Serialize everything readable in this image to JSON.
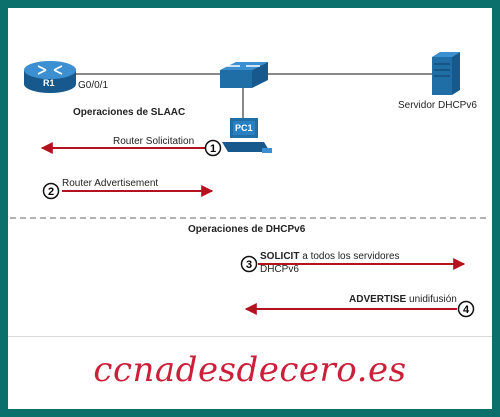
{
  "nodes": {
    "router": "R1",
    "router_interface": "G0/0/1",
    "pc": "PC1",
    "server": "Servidor DHCPv6"
  },
  "sections": {
    "slaac": "Operaciones de SLAAC",
    "dhcpv6": "Operaciones de DHCPv6"
  },
  "steps": [
    {
      "number": "1",
      "label": "Router Solicitation"
    },
    {
      "number": "2",
      "label": "Router Advertisement"
    },
    {
      "number": "3",
      "label_bold": "SOLICIT",
      "label_rest": " a todos los servidores",
      "label_line2": "DHCPv6"
    },
    {
      "number": "4",
      "label_bold": "ADVERTISE",
      "label_rest": " unidifusión"
    }
  ],
  "footer": "ccnadesdecero.es",
  "colors": {
    "frame": "#0b6f6b",
    "arrow": "#b3121e",
    "footer": "#cc1f3a",
    "device": "#1f6ea5"
  }
}
